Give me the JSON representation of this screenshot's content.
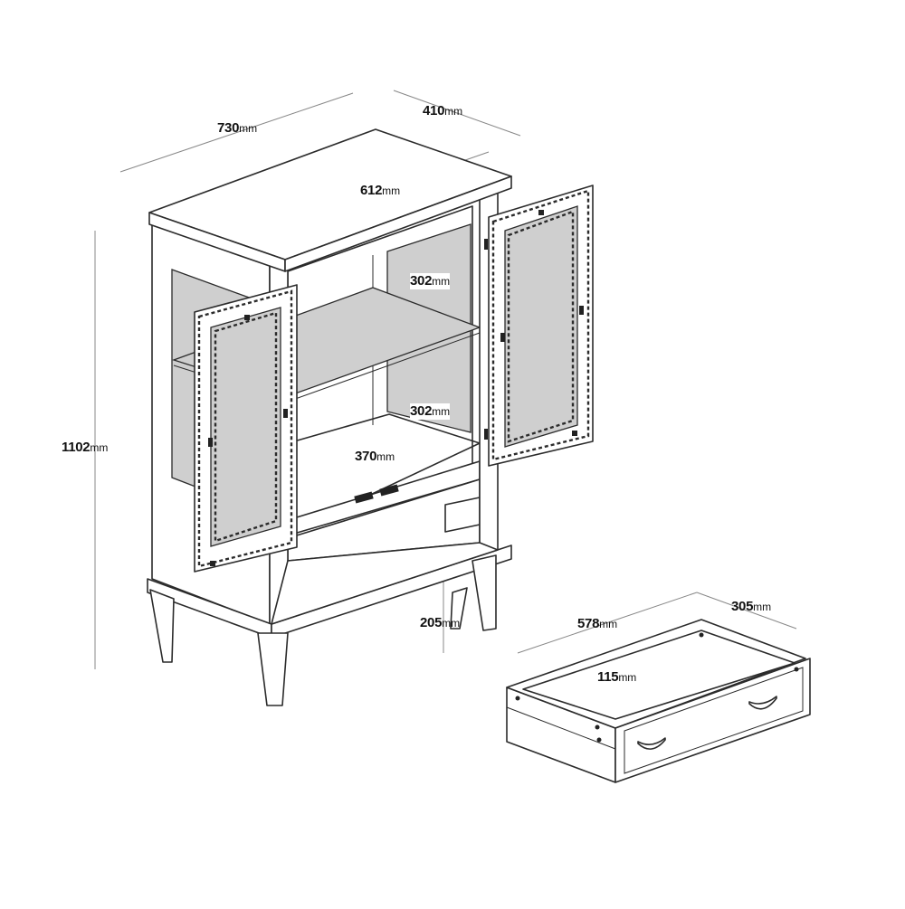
{
  "dimensions": {
    "width": {
      "value": "730",
      "unit": "mm"
    },
    "depth": {
      "value": "410",
      "unit": "mm"
    },
    "inner_width": {
      "value": "612",
      "unit": "mm"
    },
    "height": {
      "value": "1102",
      "unit": "mm"
    },
    "shelf_upper": {
      "value": "302",
      "unit": "mm"
    },
    "shelf_lower": {
      "value": "302",
      "unit": "mm"
    },
    "inner_depth": {
      "value": "370",
      "unit": "mm"
    },
    "leg_height": {
      "value": "205",
      "unit": "mm"
    },
    "drawer_width": {
      "value": "578",
      "unit": "mm"
    },
    "drawer_depth": {
      "value": "305",
      "unit": "mm"
    },
    "drawer_height": {
      "value": "115",
      "unit": "mm"
    }
  },
  "colors": {
    "line": "#2b2b2b",
    "glass": "#cfcfcf",
    "dimension_line": "#888888"
  }
}
